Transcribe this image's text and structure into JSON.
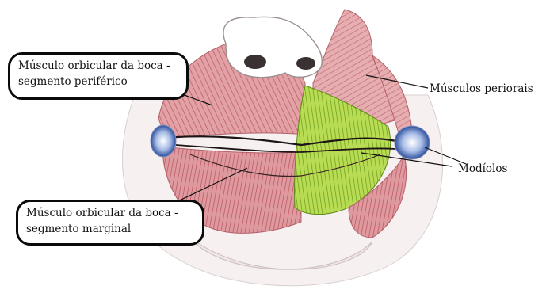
{
  "labels": {
    "peripheral": {
      "line1": "Músculo orbicular da boca -",
      "line2": "segmento periférico"
    },
    "marginal": {
      "line1": "Músculo orbicular da boca -",
      "line2": "segmento marginal"
    },
    "perioral": "Músculos periorais",
    "modiolus": "Modíolos"
  },
  "colors": {
    "muscle_red": "#d98a8f",
    "muscle_fiber": "#b85a63",
    "muscle_green": "#9fcc3a",
    "modiolus_blue": "#3b5ea8",
    "skin": "#f4ecec"
  }
}
